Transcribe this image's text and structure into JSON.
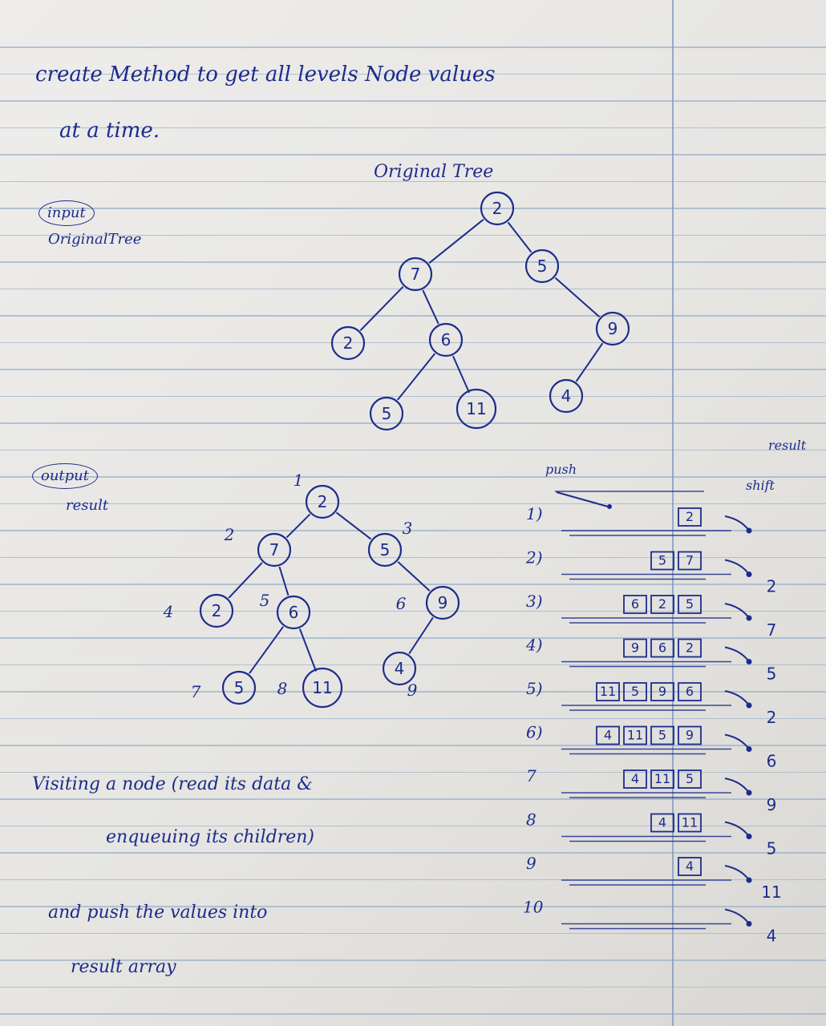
{
  "title_line1": "create Method to get all levels Node values",
  "title_line2": "at a time.",
  "input_label": "input",
  "input_sub": "OriginalTree",
  "original_tree_title": "Original Tree",
  "output_label": "output",
  "output_sub": "result",
  "original_tree": {
    "nodes": [
      {
        "id": "root",
        "value": "2"
      },
      {
        "id": "l",
        "value": "7"
      },
      {
        "id": "r",
        "value": "5"
      },
      {
        "id": "ll",
        "value": "2"
      },
      {
        "id": "lr",
        "value": "6"
      },
      {
        "id": "rr",
        "value": "9"
      },
      {
        "id": "lrl",
        "value": "5"
      },
      {
        "id": "lrr",
        "value": "11"
      },
      {
        "id": "rrl",
        "value": "4"
      }
    ]
  },
  "result_tree": {
    "nodes": [
      {
        "id": "root",
        "value": "2",
        "order": "1"
      },
      {
        "id": "l",
        "value": "7",
        "order": "2"
      },
      {
        "id": "r",
        "value": "5",
        "order": "3"
      },
      {
        "id": "ll",
        "value": "2",
        "order": "4"
      },
      {
        "id": "lr",
        "value": "6",
        "order": "5"
      },
      {
        "id": "rr",
        "value": "9",
        "order": "6"
      },
      {
        "id": "lrl",
        "value": "5",
        "order": "7"
      },
      {
        "id": "lrr",
        "value": "11",
        "order": "8"
      },
      {
        "id": "rrl",
        "value": "4",
        "order": "9"
      }
    ]
  },
  "queue_header": {
    "push": "push",
    "result": "result",
    "shift": "shift"
  },
  "queue_steps": [
    {
      "step": "1)",
      "items": [
        "2"
      ],
      "shifted": ""
    },
    {
      "step": "2)",
      "items": [
        "5",
        "7"
      ],
      "shifted": "2"
    },
    {
      "step": "3)",
      "items": [
        "6",
        "2",
        "5"
      ],
      "shifted": "7"
    },
    {
      "step": "4)",
      "items": [
        "9",
        "6",
        "2"
      ],
      "shifted": "5"
    },
    {
      "step": "5)",
      "items": [
        "11",
        "5",
        "9",
        "6"
      ],
      "shifted": "2"
    },
    {
      "step": "6)",
      "items": [
        "4",
        "11",
        "5",
        "9"
      ],
      "shifted": "6"
    },
    {
      "step": "7",
      "items": [
        "4",
        "11",
        "5"
      ],
      "shifted": "9"
    },
    {
      "step": "8",
      "items": [
        "4",
        "11"
      ],
      "shifted": "5"
    },
    {
      "step": "9",
      "items": [
        "4"
      ],
      "shifted": "11"
    },
    {
      "step": "10",
      "items": [],
      "shifted": "4"
    }
  ],
  "note": {
    "line1": "Visiting a node (read its data &",
    "line2": "enqueuing its children)",
    "line3": "and push the values into",
    "line4": "result array"
  },
  "ink_color": "#1c2c8c"
}
